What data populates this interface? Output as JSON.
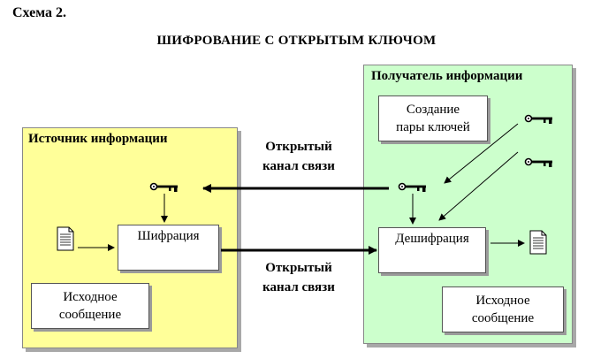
{
  "scheme_label": "Схема 2.",
  "title": "ШИФРОВАНИЕ С ОТКРЫТЫМ  КЛЮЧОМ",
  "source_panel": {
    "title": "Источник информации",
    "cipher_box": "Шифрация",
    "message_box": "Исходное сообщение",
    "color": "#ffff99"
  },
  "receiver_panel": {
    "title": "Получатель  информации",
    "keygen_box": "Создание пары ключей",
    "decipher_box": "Дешифрация",
    "message_box": "Исходное сообщение",
    "color": "#ccffcc"
  },
  "channel_top": "Открытый канал связи",
  "channel_bottom": "Открытый канал связи"
}
